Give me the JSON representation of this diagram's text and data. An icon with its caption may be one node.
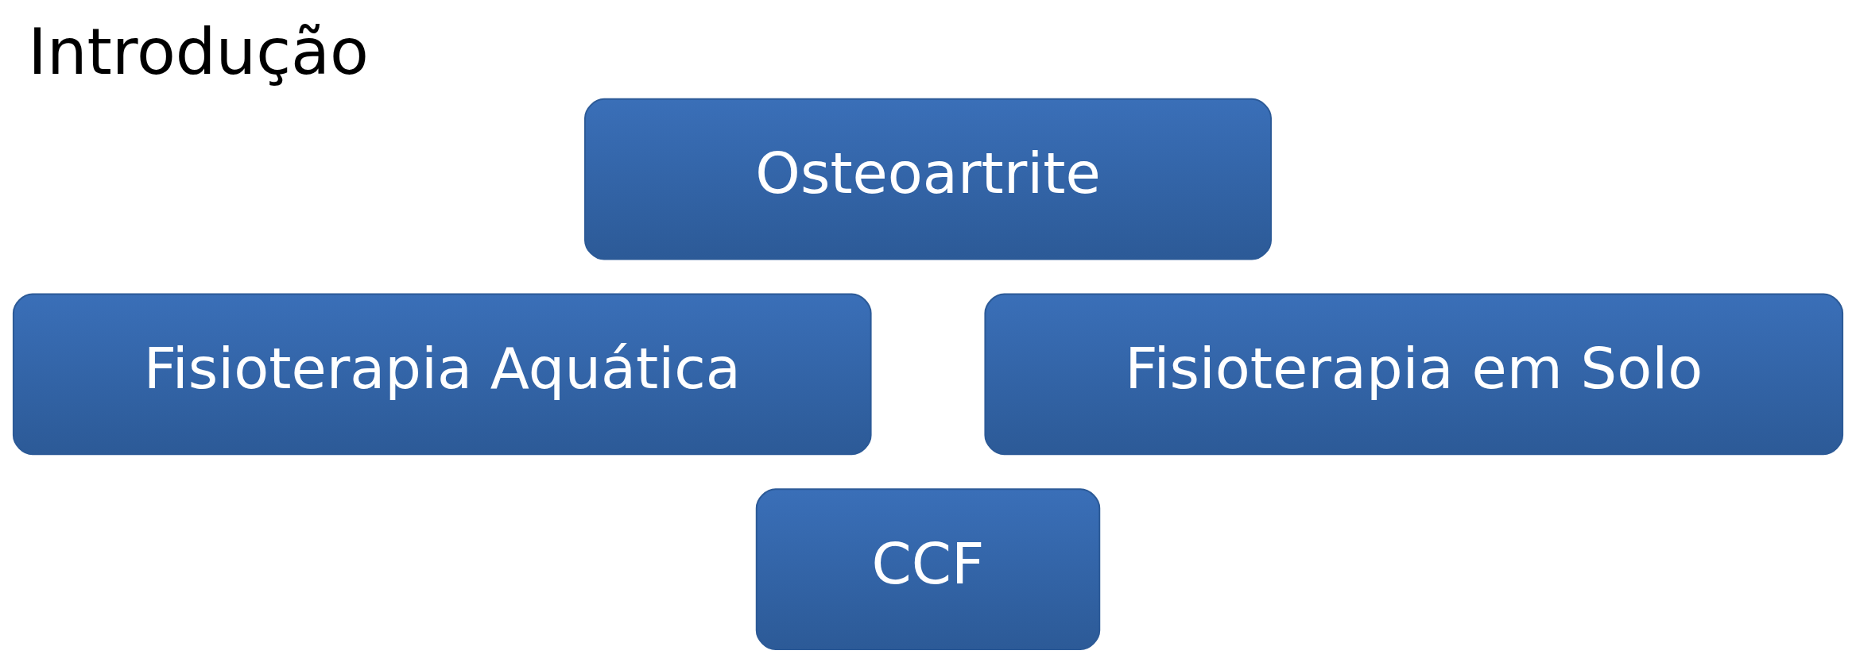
{
  "diagram": {
    "title": "Introdução",
    "nodes": [
      {
        "text": [
          "Osteoartrite"
        ]
      },
      {
        "text": [
          "Fisioterapia Aquática"
        ]
      },
      {
        "text": [
          "Fisioterapia em Solo"
        ]
      },
      {
        "text": [
          "CCF"
        ]
      }
    ],
    "edges": []
  }
}
